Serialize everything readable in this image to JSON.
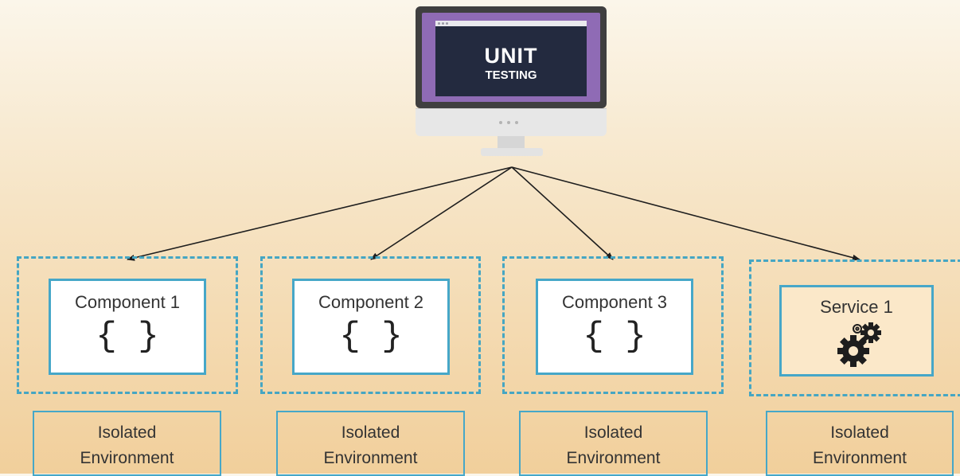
{
  "screen": {
    "title": "UNIT",
    "subtitle": "TESTING"
  },
  "components": [
    {
      "title": "Component 1",
      "icon": "curly-braces-icon",
      "glyph": "{ }"
    },
    {
      "title": "Component 2",
      "icon": "curly-braces-icon",
      "glyph": "{ }"
    },
    {
      "title": "Component 3",
      "icon": "curly-braces-icon",
      "glyph": "{ }"
    },
    {
      "title": "Service 1",
      "icon": "gears-icon"
    }
  ],
  "environments": [
    {
      "label": "Isolated\nEnvironment"
    },
    {
      "label": "Isolated\nEnvironment"
    },
    {
      "label": "Isolated\nEnvironment"
    },
    {
      "label": "Isolated\nEnvironment"
    }
  ],
  "colors": {
    "accent": "#46a7c8",
    "screen_frame": "#8f6bb5",
    "screen_bg": "#232a3f",
    "service_bg": "#fbe8c9"
  }
}
